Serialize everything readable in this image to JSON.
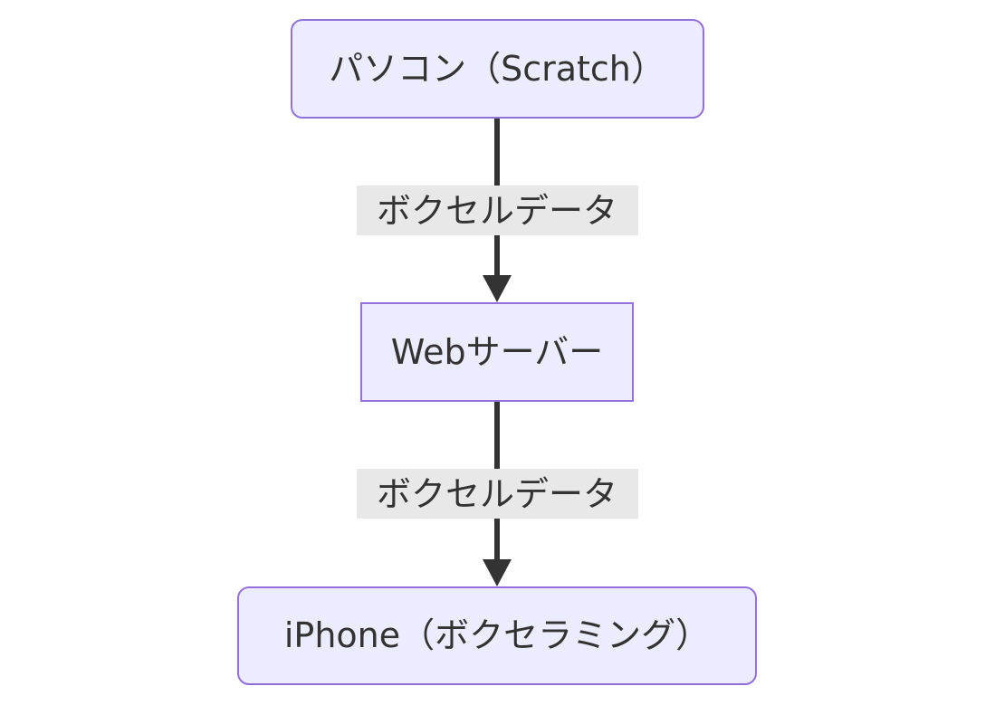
{
  "nodes": [
    {
      "id": "pc",
      "label": "パソコン（Scratch）",
      "shape": "rounded"
    },
    {
      "id": "server",
      "label": "Webサーバー",
      "shape": "square"
    },
    {
      "id": "iphone",
      "label": "iPhone（ボクセラミング）",
      "shape": "rounded"
    }
  ],
  "edges": [
    {
      "from": "pc",
      "to": "server",
      "label": "ボクセルデータ"
    },
    {
      "from": "server",
      "to": "iphone",
      "label": "ボクセルデータ"
    }
  ],
  "colors": {
    "node_fill": "#ECECFF",
    "node_stroke": "#9370DB",
    "edge": "#333333",
    "label_bg": "#e8e8e8",
    "text": "#333333"
  }
}
